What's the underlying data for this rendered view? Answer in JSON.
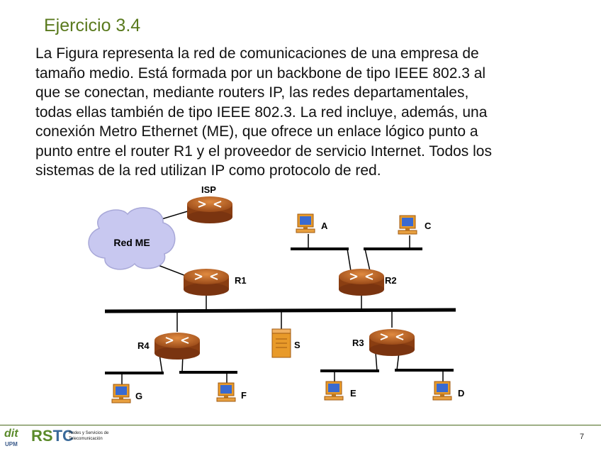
{
  "slide": {
    "title": "Ejercicio 3.4",
    "body_lines": [
      "La Figura representa la red de comunicaciones de una empresa de",
      "tamaño medio. Está formada por un backbone de tipo IEEE 802.3 al",
      "que se conectan, mediante routers IP, las redes departamentales,",
      "todas ellas también de tipo IEEE 802.3. La red incluye, además, una",
      "conexión Metro Ethernet (ME), que ofrece un enlace lógico punto a",
      "punto entre el router R1 y el proveedor de servicio Internet. Todos los",
      "sistemas de la red utilizan IP como protocolo de red."
    ],
    "page_number": "7"
  },
  "diagram": {
    "cloud_label": "Red ME",
    "labels": {
      "isp": "ISP",
      "r1": "R1",
      "r2": "R2",
      "r3": "R3",
      "r4": "R4",
      "a": "A",
      "c": "C",
      "s": "S",
      "e": "E",
      "d": "D",
      "g": "G",
      "f": "F"
    },
    "colors": {
      "router": "#c06a28",
      "cloud": "#c8c8f0",
      "pc": "#e89a2a",
      "screen": "#3a6ad0"
    }
  },
  "footer": {
    "logo_dit": "dit",
    "logo_upm": "UPM",
    "logo_rstc_rs": "RS",
    "logo_rstc_tc": "TC",
    "logo_sub": "Redes y Servicios de Telecomunicación"
  }
}
